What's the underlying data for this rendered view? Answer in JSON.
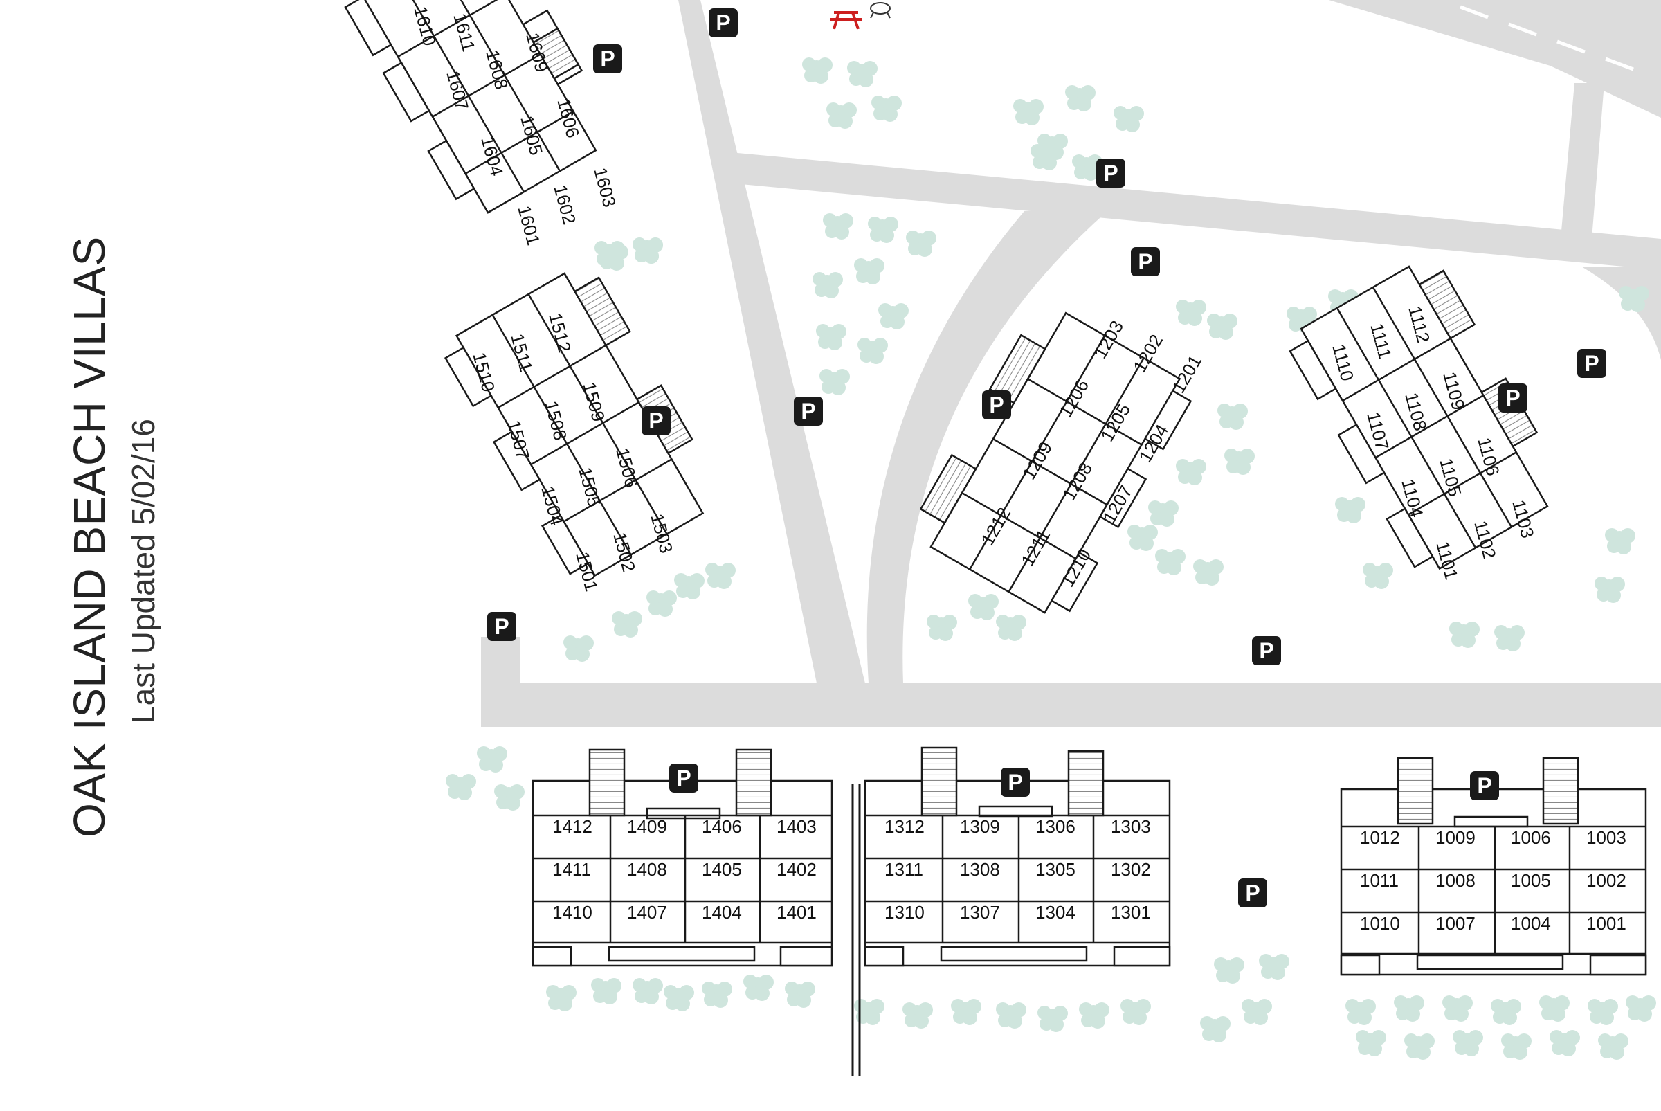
{
  "title": "OAK ISLAND BEACH VILLAS",
  "subtitle": "Last Updated 5/02/16",
  "parking_label": "P",
  "colors": {
    "road": "#dcdcdc",
    "tree": "#cfe5dd",
    "building_stroke": "#1a1a1a",
    "parking_bg": "#1a1a1a",
    "picnic_icon": "#cc1f1f"
  },
  "icons": [
    "picnic-table-icon",
    "grill-icon",
    "parking-icon",
    "tree-icon",
    "stairs-icon"
  ],
  "buildings": [
    {
      "id": "building-1600",
      "units": [
        "1611",
        "1610",
        "1609",
        "1608",
        "1607",
        "1606",
        "1605",
        "1604",
        "1603",
        "1602",
        "1601"
      ]
    },
    {
      "id": "building-1500",
      "units": [
        "1512",
        "1511",
        "1510",
        "1509",
        "1508",
        "1507",
        "1506",
        "1505",
        "1504",
        "1503",
        "1502",
        "1501"
      ]
    },
    {
      "id": "building-1200",
      "units": [
        "1203",
        "1202",
        "1201",
        "1206",
        "1205",
        "1204",
        "1209",
        "1208",
        "1207",
        "1212",
        "1211",
        "1210"
      ]
    },
    {
      "id": "building-1100",
      "units": [
        "1112",
        "1111",
        "1110",
        "1109",
        "1108",
        "1107",
        "1106",
        "1105",
        "1104",
        "1103",
        "1102",
        "1101"
      ]
    },
    {
      "id": "building-1400",
      "units": [
        "1412",
        "1409",
        "1406",
        "1403",
        "1411",
        "1408",
        "1405",
        "1402",
        "1410",
        "1407",
        "1404",
        "1401"
      ]
    },
    {
      "id": "building-1300",
      "units": [
        "1312",
        "1309",
        "1306",
        "1303",
        "1311",
        "1308",
        "1305",
        "1302",
        "1310",
        "1307",
        "1304",
        "1301"
      ]
    },
    {
      "id": "building-1000",
      "units": [
        "1012",
        "1009",
        "1006",
        "1003",
        "1011",
        "1008",
        "1005",
        "1002",
        "1010",
        "1007",
        "1004",
        "1001"
      ]
    }
  ]
}
